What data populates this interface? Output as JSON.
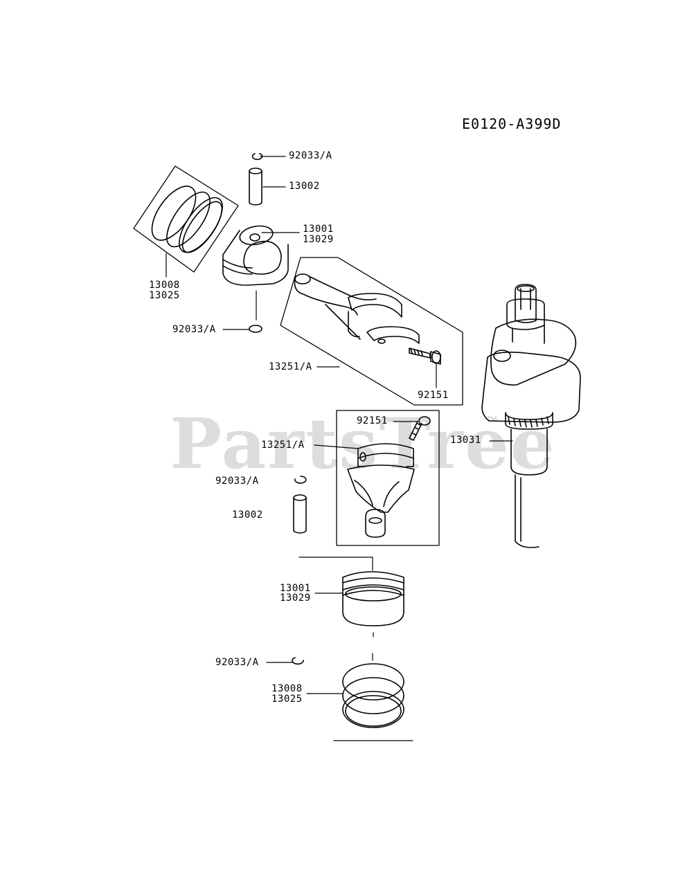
{
  "diagram_code": "E0120-A399D",
  "watermark": "PartsTree",
  "watermark_tm": "TM",
  "callouts": {
    "top_snap_ring": "92033/A",
    "top_pin": "13002",
    "top_piston_a": "13001",
    "top_piston_b": "13029",
    "top_rings_a": "13008",
    "top_rings_b": "13025",
    "top_snap_ring_lower": "92033/A",
    "top_conrod": "13251/A",
    "top_bolt": "92151",
    "mid_bolt": "92151",
    "mid_conrod": "13251/A",
    "crankshaft": "13031",
    "mid_snap_ring": "92033/A",
    "mid_pin": "13002",
    "bot_piston_a": "13001",
    "bot_piston_b": "13029",
    "bot_snap_ring": "92033/A",
    "bot_rings_a": "13008",
    "bot_rings_b": "13025"
  }
}
